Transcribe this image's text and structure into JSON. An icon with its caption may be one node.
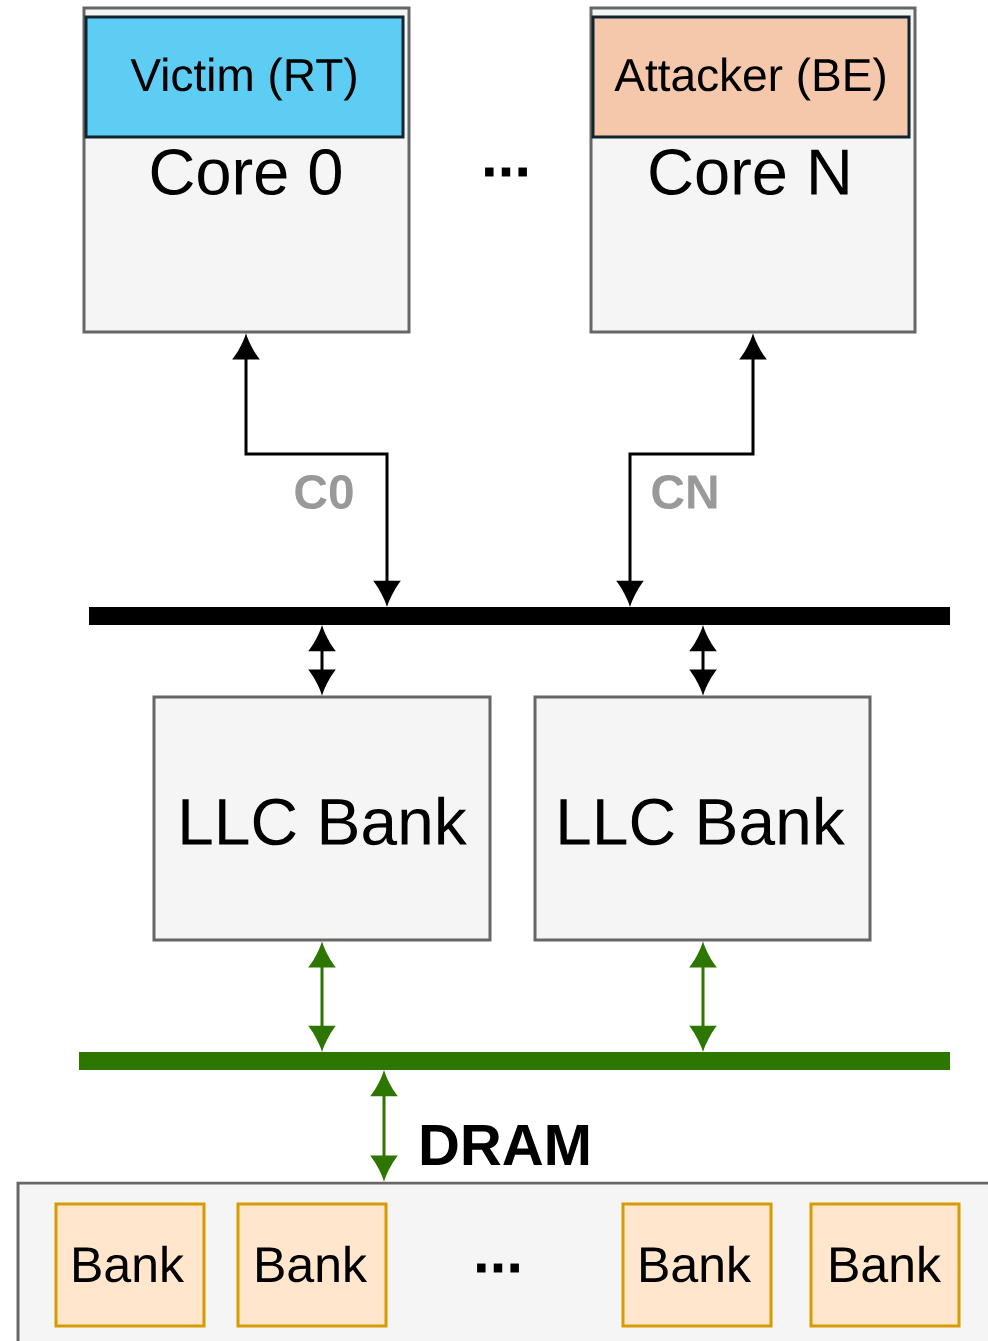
{
  "diagram": {
    "nodes": [
      {
        "text": [
          "Core 0"
        ]
      },
      {
        "text": [
          "Victim (RT)"
        ],
        "in": 0
      },
      {
        "text": [
          "Core N"
        ]
      },
      {
        "text": [
          "Attacker (BE)"
        ],
        "in": 2
      },
      {
        "text": [],
        "shape": "bar"
      },
      {
        "text": [
          "LLC Bank"
        ]
      },
      {
        "text": [
          "LLC Bank"
        ]
      },
      {
        "text": [],
        "shape": "bar"
      },
      {
        "text": [
          "DRAM"
        ]
      },
      {
        "text": [
          "Bank"
        ],
        "in": 8
      },
      {
        "text": [
          "Bank"
        ],
        "in": 8
      },
      {
        "text": [
          "Bank"
        ],
        "in": 8
      },
      {
        "text": [
          "Bank"
        ],
        "in": 8
      }
    ],
    "edges": [
      {
        "from": 4,
        "to": 0,
        "arrow": "both",
        "label": "C0"
      },
      {
        "from": 4,
        "to": 2,
        "arrow": "both",
        "label": "CN"
      },
      {
        "from": 4,
        "to": 5,
        "arrow": "both"
      },
      {
        "from": 4,
        "to": 6,
        "arrow": "both"
      },
      {
        "from": 5,
        "to": 7,
        "arrow": "both",
        "color": "#2d7600"
      },
      {
        "from": 6,
        "to": 7,
        "arrow": "both",
        "color": "#2d7600"
      },
      {
        "from": 7,
        "to": 8,
        "arrow": "both",
        "color": "#2d7600"
      }
    ],
    "labels": [
      "...",
      "..."
    ]
  }
}
